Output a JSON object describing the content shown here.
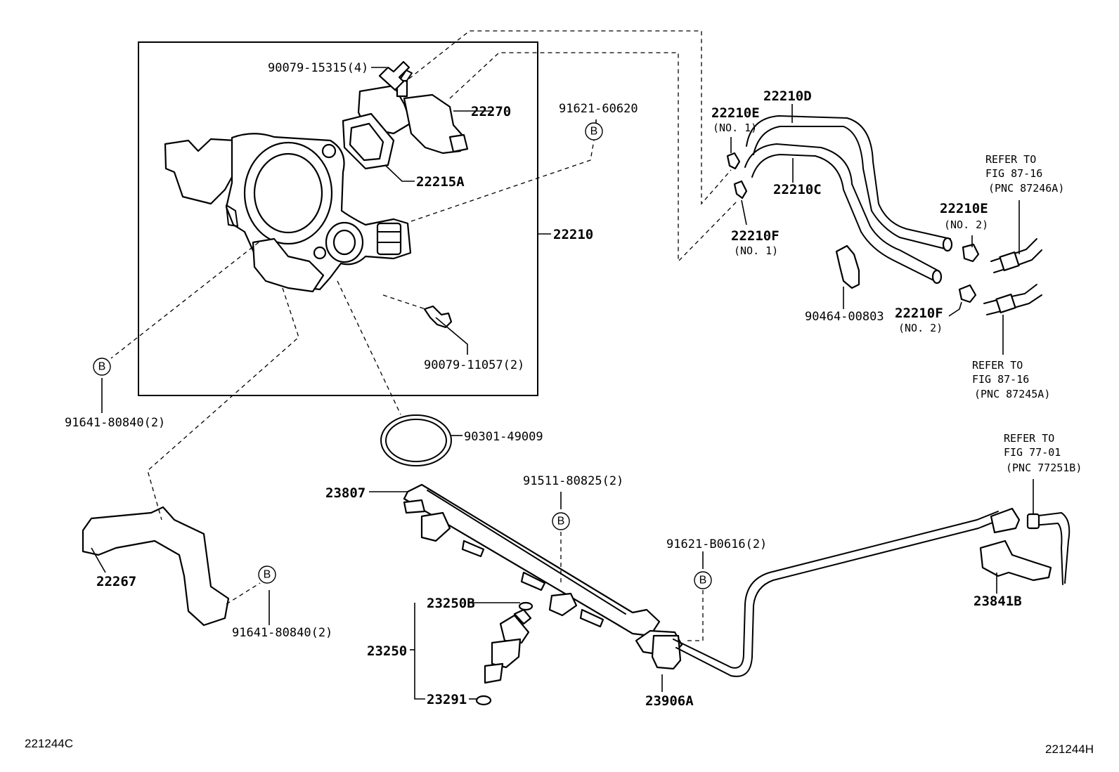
{
  "parts": {
    "p1": "90079-15315(4)",
    "p2": "22270",
    "p3": "22215A",
    "p4": "22210",
    "p5": "91621-60620",
    "p6": "90079-11057(2)",
    "p7": "91641-80840(2)",
    "p8": "90301-49009",
    "p9": "22267",
    "p10": "91641-80840(2)",
    "p11": "23807",
    "p12": "91511-80825(2)",
    "p13": "23250B",
    "p14": "23250",
    "p15": "23291",
    "p16": "91621-B0616(2)",
    "p17": "23906A",
    "p18": "22210D",
    "p19": "22210E",
    "p20": "22210C",
    "p21": "22210F",
    "p22": "90464-00803",
    "p23": "22210E",
    "p24": "22210F",
    "p25": "23841B"
  },
  "notes": {
    "no1a": "(NO. 1)",
    "no1b": "(NO. 1)",
    "no2a": "(NO. 2)",
    "no2b": "(NO. 2)"
  },
  "refs": {
    "r1": {
      "l1": "REFER TO",
      "l2": "FIG 87-16",
      "l3": "(PNC 87246A)"
    },
    "r2": {
      "l1": "REFER TO",
      "l2": "FIG 87-16",
      "l3": "(PNC 87245A)"
    },
    "r3": {
      "l1": "REFER TO",
      "l2": "FIG 77-01",
      "l3": "(PNC 77251B)"
    }
  },
  "ref_marker": "B",
  "codes": {
    "left": "221244C",
    "right": "221244H"
  }
}
